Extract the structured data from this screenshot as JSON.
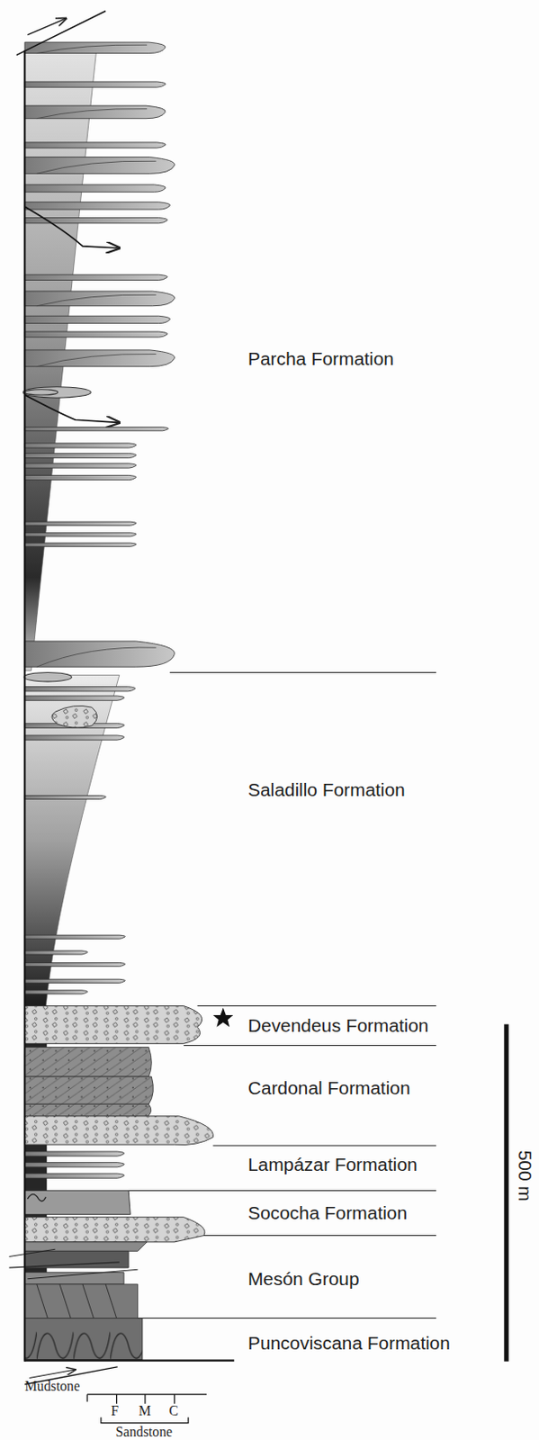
{
  "diagram": {
    "labels": [
      "Parcha Formation",
      "Saladillo Formation",
      "Devendeus Formation",
      "Cardonal Formation",
      "Lampázar Formation",
      "Sococha Formation",
      "Mesón Group",
      "Puncoviscana Formation",
      "500 m",
      "Mudstone",
      "F",
      "M",
      "C",
      "Sandstone"
    ]
  }
}
